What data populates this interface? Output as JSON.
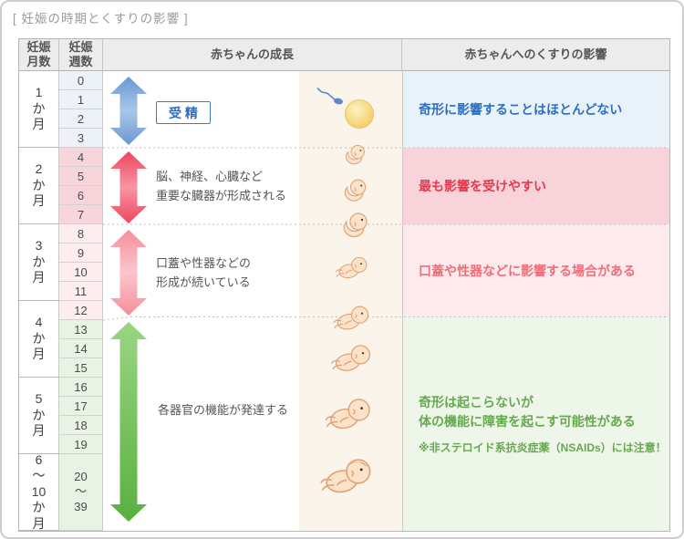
{
  "title": "[ 妊娠の時期とくすりの影響 ]",
  "colors": {
    "arrow_blue_end": "#6b97d2",
    "arrow_blue_mid": "#a9c6ea",
    "arrow_red_end": "#ee4560",
    "arrow_red_mid": "#f795a1",
    "arrow_pink_end": "#f58e9b",
    "arrow_pink_mid": "#fbc6cc",
    "arrow_green_top": "#9ad583",
    "arrow_green_bottom": "#58b13e",
    "accent_blue": "#2b70c3",
    "accent_red": "#e6394e",
    "accent_salmon": "#ef6e79",
    "accent_green": "#66a94f",
    "egg_center": "#fdf3c0",
    "egg_edge": "#f2c95e"
  },
  "header": {
    "month": "妊娠\n月数",
    "week": "妊娠\n週数",
    "growth": "赤ちゃんの成長",
    "effects": "赤ちゃんへのくすりの影響"
  },
  "months": [
    {
      "label": "1か月",
      "weeks": [
        "0",
        "1",
        "2",
        "3"
      ]
    },
    {
      "label": "2か月",
      "weeks": [
        "4",
        "5",
        "6",
        "7"
      ]
    },
    {
      "label": "3か月",
      "weeks": [
        "8",
        "9",
        "10",
        "11"
      ]
    },
    {
      "label": "4か月",
      "weeks": [
        "12",
        "13",
        "14",
        "15"
      ]
    },
    {
      "label": "5か月",
      "weeks": [
        "16",
        "17",
        "18",
        "19"
      ]
    },
    {
      "label": "6～10か月",
      "weeks": [
        "20～39"
      ]
    }
  ],
  "growth": {
    "fertilization_label": "受 精",
    "stage2": "脳、神経、心臓など\n重要な臓器が形成される",
    "stage3": "口蓋や性器などの\n形成が続いている",
    "stage4": "各器官の機能が発達する"
  },
  "effects": {
    "row1": "奇形に影響することはほとんどない",
    "row2": "最も影響を受けやすい",
    "row3": "口蓋や性器などに影響する場合がある",
    "row4_main": "奇形は起こらないが\n体の機能に障害を起こす可能性がある",
    "row4_note": "※非ステロイド系抗炎症薬（NSAIDs）には注意！"
  }
}
